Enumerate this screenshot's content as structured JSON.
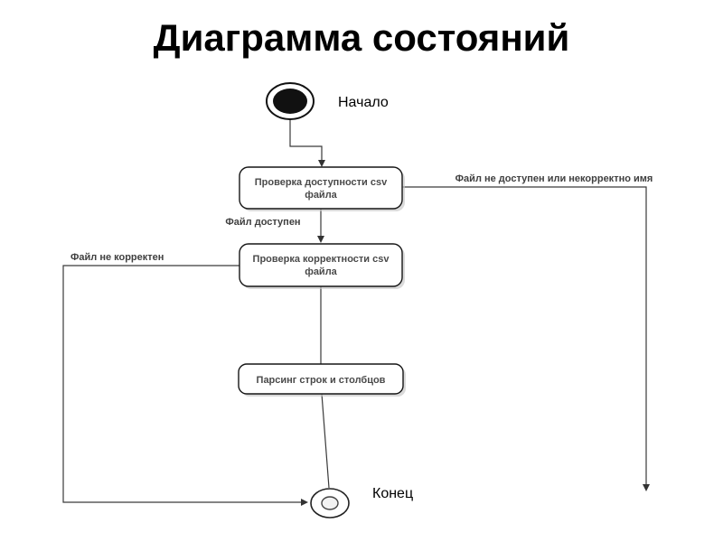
{
  "page": {
    "title": "Диаграмма состояний"
  },
  "diagram": {
    "start": {
      "label": "Начало"
    },
    "end": {
      "label": "Конец"
    },
    "nodes": {
      "availability": {
        "line1": "Проверка доступности csv",
        "line2": "файла"
      },
      "correctness": {
        "line1": "Проверка корректности csv",
        "line2": "файла"
      },
      "parsing": {
        "label": "Парсинг строк и столбцов"
      }
    },
    "edges": {
      "file_available": {
        "label": "Файл доступен"
      },
      "file_unavailable": {
        "label": "Файл не доступен  или некорректно имя"
      },
      "file_incorrect": {
        "label": "Файл не корректен"
      }
    }
  }
}
